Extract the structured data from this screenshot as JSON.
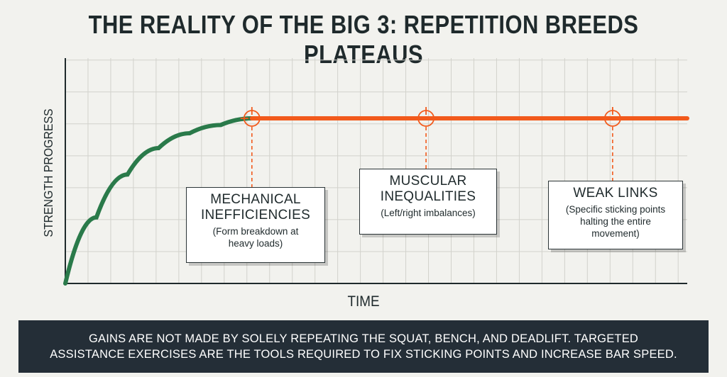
{
  "page": {
    "title": "THE REALITY OF THE BIG 3: REPETITION BREEDS PLATEAUS",
    "footer_line1": "GAINS ARE NOT MADE BY SOLELY REPEATING THE SQUAT, BENCH, AND DEADLIFT. TARGETED",
    "footer_line2": "ASSISTANCE EXERCISES ARE THE TOOLS REQUIRED TO FIX STICKING POINTS AND INCREASE BAR SPEED."
  },
  "colors": {
    "growth": "#2a7a4a",
    "plateau": "#f25a1c",
    "grid": "#d2d2cc",
    "axis": "#1f2a2c",
    "footer_bg": "#242e37"
  },
  "chart_data": {
    "type": "line",
    "title": "THE REALITY OF THE BIG 3: REPETITION BREEDS PLATEAUS",
    "xlabel": "TIME",
    "ylabel": "STRENGTH PROGRESS",
    "grid": true,
    "xlim": [
      0,
      100
    ],
    "ylim": [
      0,
      100
    ],
    "series": [
      {
        "role": "growth",
        "color": "#2a7a4a",
        "x": [
          0,
          5,
          10,
          15,
          20,
          25,
          30
        ],
        "y": [
          0,
          40,
          66,
          82,
          91,
          96,
          100
        ]
      },
      {
        "role": "plateau",
        "color": "#f25a1c",
        "x": [
          30,
          100
        ],
        "y": [
          100,
          100
        ]
      }
    ],
    "annotations": [
      {
        "x": 30,
        "y": 100,
        "heading": "MECHANICAL\nINEFFICIENCIES",
        "detail": "(Form breakdown at\nheavy loads)"
      },
      {
        "x": 58,
        "y": 100,
        "heading": "MUSCULAR\nINEQUALITIES",
        "detail": "(Left/right imbalances)"
      },
      {
        "x": 88,
        "y": 100,
        "heading": "WEAK LINKS",
        "detail": "(Specific sticking points\nhalting the entire\nmovement)"
      }
    ]
  }
}
